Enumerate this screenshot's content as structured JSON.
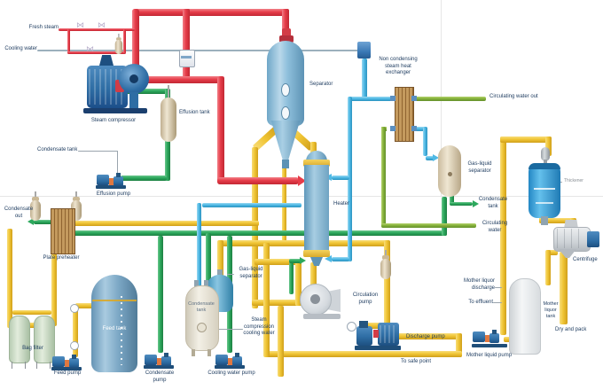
{
  "labels": {
    "fresh_steam": "Fresh steam",
    "cooling_water": "Cooling water",
    "steam_compressor": "Steam compressor",
    "effusion_tank": "Effusion tank",
    "condensate_tank_left": "Condensate tank",
    "effusion_pump": "Effusion pump",
    "condensate_out": "Condensate\nout",
    "plate_preheater": "Plate preheater",
    "separator": "Separator",
    "heater": "Heater",
    "nc_heat_exchanger": "Non condensing\nsteam heat\nexchanger",
    "circulating_water_out": "Circulating water out",
    "gas_liquid_separator_right": "Gas-liquid\nseparator",
    "condensate_tank_right": "Condensate\ntank",
    "circulating_water": "Circulating\nwater",
    "thickener": "Thickener",
    "centrifuge": "Centrifuge",
    "mother_liquor_tank": "Mother\nliquor\ntank",
    "dry_and_pack": "Dry and pack",
    "mother_liquor_discharge": "Mother liquor\ndischarge",
    "to_effluent": "To effluent",
    "mother_liquid_pump": "Mother liquid pump",
    "discharge_pump": "Discharge pump",
    "to_safe_point": "To safe point",
    "circulation_pump": "Circulation\npump",
    "gas_liquid_separator_mid": "Gas-liquid\nseparator",
    "condensate_tank_mid": "Condensate\ntank",
    "steam_compression_cooling_water": "Steam\ncompression\ncooling water",
    "condensate_pump": "Condensate pump",
    "cooling_water_pump": "Cooling water pump",
    "feed_tank": "Feed tank",
    "bag_filter": "Bag filter",
    "feed_pump": "Feed pump"
  },
  "colors": {
    "steam_pipe": "#e63c49",
    "concentrate_pipe": "#f0c535",
    "condensate_pipe": "#2ca85c",
    "cooling_water_pipe": "#4fb9e5",
    "circulating_water_pipe": "#86b23c"
  }
}
